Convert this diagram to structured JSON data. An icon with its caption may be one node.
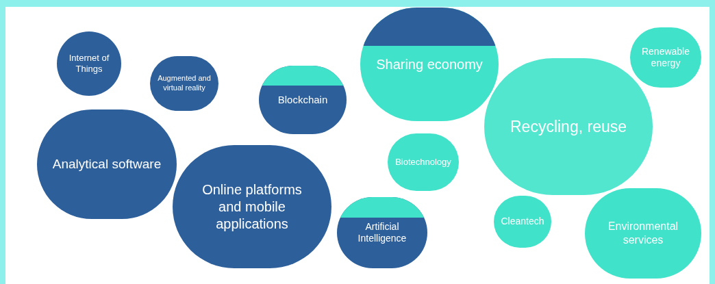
{
  "diagram": {
    "nodes": [
      {
        "text": [
          "Internet of Things"
        ]
      },
      {
        "text": [
          "Augmented and virtual reality"
        ]
      },
      {
        "text": [
          "Analytical software"
        ]
      },
      {
        "text": [
          "Blockchain"
        ]
      },
      {
        "text": [
          "Sharing economy"
        ]
      },
      {
        "text": [
          "Online platforms and mobile applications"
        ]
      },
      {
        "text": [
          "Biotechnology"
        ]
      },
      {
        "text": [
          "Artificial Intelligence"
        ]
      },
      {
        "text": [
          "Recycling, reuse"
        ]
      },
      {
        "text": [
          "Renewable energy"
        ]
      },
      {
        "text": [
          "Cleantech"
        ]
      },
      {
        "text": [
          "Environmental services"
        ]
      }
    ]
  }
}
